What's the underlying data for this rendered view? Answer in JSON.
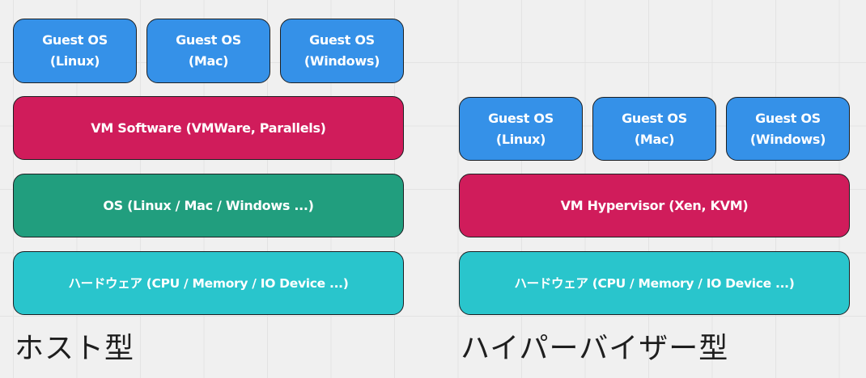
{
  "diagrams": {
    "hosted": {
      "caption": "ホスト型",
      "guests": [
        {
          "line1": "Guest OS",
          "line2": "(Linux)"
        },
        {
          "line1": "Guest OS",
          "line2": "(Mac)"
        },
        {
          "line1": "Guest OS",
          "line2": "(Windows)"
        }
      ],
      "vm_layer": "VM Software (VMWare, Parallels)",
      "os_layer": "OS (Linux / Mac / Windows ...)",
      "hardware_layer": "ハードウェア (CPU / Memory / IO Device ...)"
    },
    "hypervisor": {
      "caption": "ハイパーバイザー型",
      "guests": [
        {
          "line1": "Guest OS",
          "line2": "(Linux)"
        },
        {
          "line1": "Guest OS",
          "line2": "(Mac)"
        },
        {
          "line1": "Guest OS",
          "line2": "(Windows)"
        }
      ],
      "vm_layer": "VM Hypervisor (Xen, KVM)",
      "hardware_layer": "ハードウェア (CPU / Memory / IO Device ...)"
    }
  },
  "colors": {
    "guest_os": "#3591e8",
    "vm_layer": "#d01c5b",
    "os_layer": "#219e7e",
    "hardware_layer": "#29c5cc",
    "background": "#f0f0f0"
  }
}
